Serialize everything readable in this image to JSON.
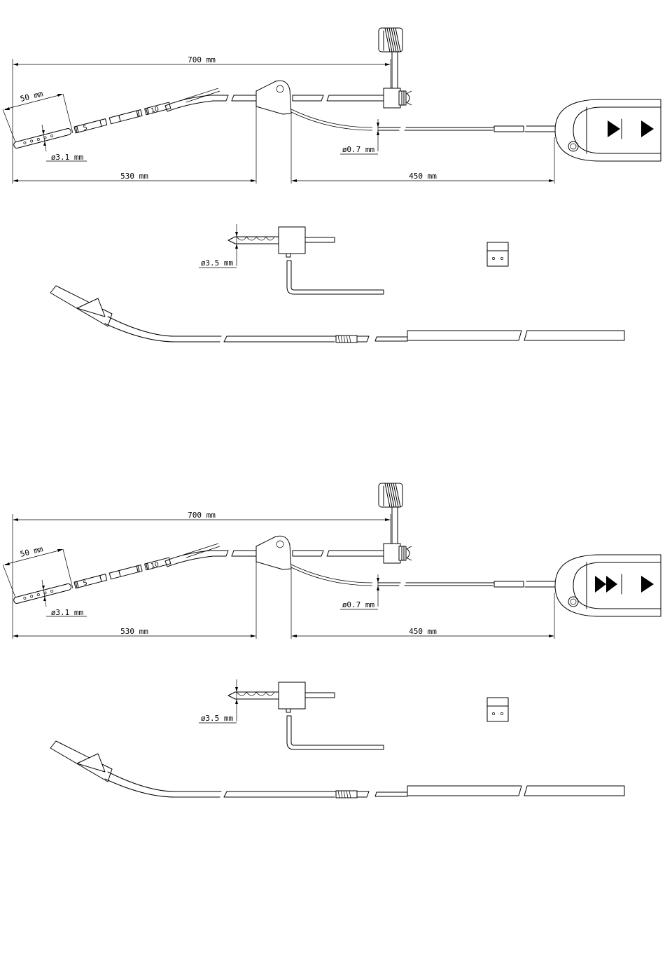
{
  "drawings": [
    {
      "dims": {
        "overall": "700 mm",
        "tip": "50 mm",
        "tube_diameter": "ø3.1 mm",
        "wire_diameter": "ø0.7 mm",
        "left_length": "530 mm",
        "right_length": "450 mm",
        "drill_diameter": "ø3.5 mm"
      },
      "marks": {
        "m5": "5",
        "m10": "10"
      },
      "box_symbol": "diode-arrow"
    },
    {
      "dims": {
        "overall": "700 mm",
        "tip": "50 mm",
        "tube_diameter": "ø3.1 mm",
        "wire_diameter": "ø0.7 mm",
        "left_length": "530 mm",
        "right_length": "450 mm",
        "drill_diameter": "ø3.5 mm"
      },
      "marks": {
        "m5": "5",
        "m10": "10"
      },
      "box_symbol": "double-arrow-diode"
    }
  ]
}
